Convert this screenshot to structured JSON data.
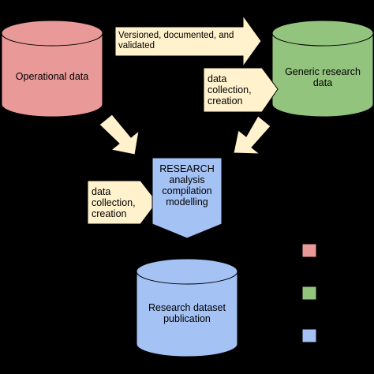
{
  "colors": {
    "operational": "#ea9999",
    "generic": "#93c47d",
    "research": "#a4c2f4",
    "arrow": "#fff2cc",
    "background": "#000000"
  },
  "nodes": {
    "operational_data": {
      "label": "Operational data"
    },
    "generic_research_data": {
      "label_line1": "Generic research",
      "label_line2": "data"
    },
    "research_process": {
      "line1": "RESEARCH",
      "line2": "analysis",
      "line3": "compilation",
      "line4": "modelling"
    },
    "research_dataset": {
      "label_line1": "Research dataset",
      "label_line2": "publication"
    }
  },
  "arrows": {
    "top": {
      "line1": "Versioned, documented, and",
      "line2": "validated"
    },
    "right_input": {
      "line1": "data",
      "line2": "collection,",
      "line3": "creation"
    },
    "left_input": {
      "line1": "data",
      "line2": "collection,",
      "line3": "creation"
    }
  }
}
